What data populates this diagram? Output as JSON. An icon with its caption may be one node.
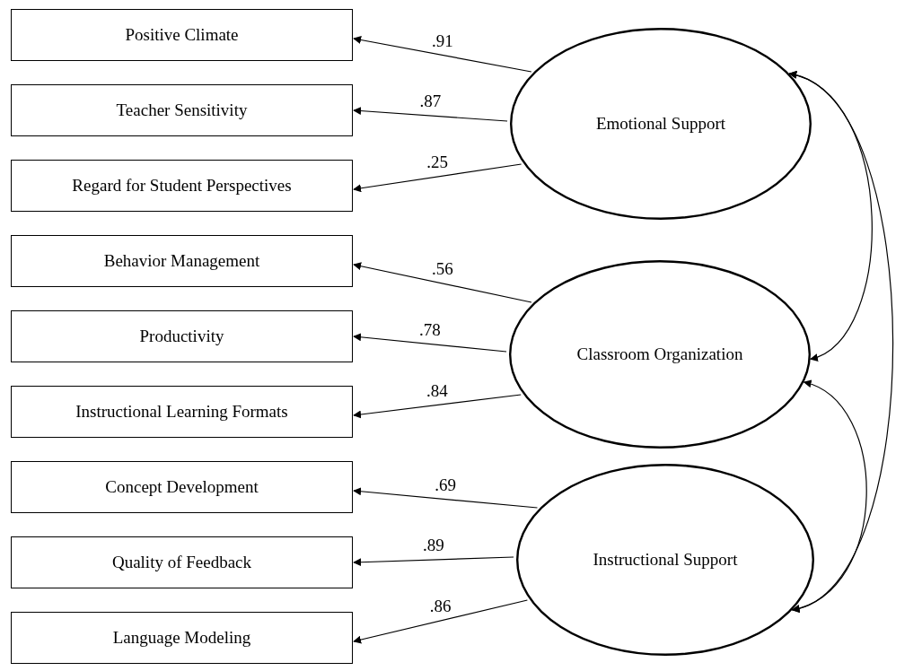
{
  "diagram": {
    "nodes": [
      {
        "text": [
          "Positive Climate"
        ]
      },
      {
        "text": [
          "Teacher Sensitivity"
        ]
      },
      {
        "text": [
          "Regard for Student Perspectives"
        ]
      },
      {
        "text": [
          "Behavior Management"
        ]
      },
      {
        "text": [
          "Productivity"
        ]
      },
      {
        "text": [
          "Instructional Learning Formats"
        ]
      },
      {
        "text": [
          "Concept Development"
        ]
      },
      {
        "text": [
          "Quality of Feedback"
        ]
      },
      {
        "text": [
          "Language Modeling"
        ]
      },
      {
        "text": [
          "Emotional Support"
        ]
      },
      {
        "text": [
          "Classroom Organization"
        ]
      },
      {
        "text": [
          "Instructional Support"
        ]
      }
    ],
    "edges": [
      {
        "from": 9,
        "to": 0,
        "arrow": "to",
        "label": ".91"
      },
      {
        "from": 9,
        "to": 1,
        "arrow": "to",
        "label": ".87"
      },
      {
        "from": 9,
        "to": 2,
        "arrow": "to",
        "label": ".25"
      },
      {
        "from": 10,
        "to": 3,
        "arrow": "to",
        "label": ".56"
      },
      {
        "from": 10,
        "to": 4,
        "arrow": "to",
        "label": ".78"
      },
      {
        "from": 10,
        "to": 5,
        "arrow": "to",
        "label": ".84"
      },
      {
        "from": 11,
        "to": 6,
        "arrow": "to",
        "label": ".69"
      },
      {
        "from": 11,
        "to": 7,
        "arrow": "to",
        "label": ".89"
      },
      {
        "from": 11,
        "to": 8,
        "arrow": "to",
        "label": ".86"
      },
      {
        "from": 9,
        "to": 10,
        "arrow": "both"
      },
      {
        "from": 10,
        "to": 11,
        "arrow": "both"
      },
      {
        "from": 9,
        "to": 11,
        "arrow": "both"
      }
    ]
  }
}
